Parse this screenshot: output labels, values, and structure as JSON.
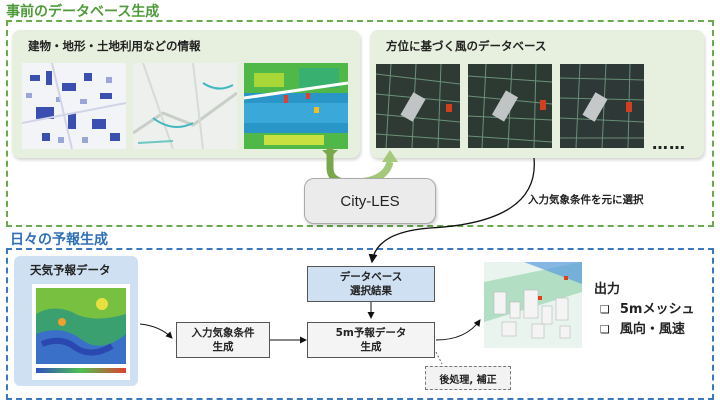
{
  "db_section": {
    "title": "事前のデータベース生成",
    "left_panel_label": "建物・地形・土地利用などの情報",
    "right_panel_label": "方位に基づく風のデータベース",
    "ellipsis": "……",
    "city_les": "City-LES",
    "select_note": "入力気象条件を元に選択"
  },
  "daily_section": {
    "title": "日々の予報生成",
    "weather_label": "天気予報データ",
    "input_box": [
      "入力気象条件",
      "生成"
    ],
    "db_result_box": [
      "データベース",
      "選択結果"
    ],
    "forecast_box": [
      "5m予報データ",
      "生成"
    ],
    "postprocess": "後処理, 補正",
    "output_title": "出力",
    "outputs": [
      "5mメッシュ",
      "風向・風速"
    ],
    "bullet_char": "❑"
  }
}
